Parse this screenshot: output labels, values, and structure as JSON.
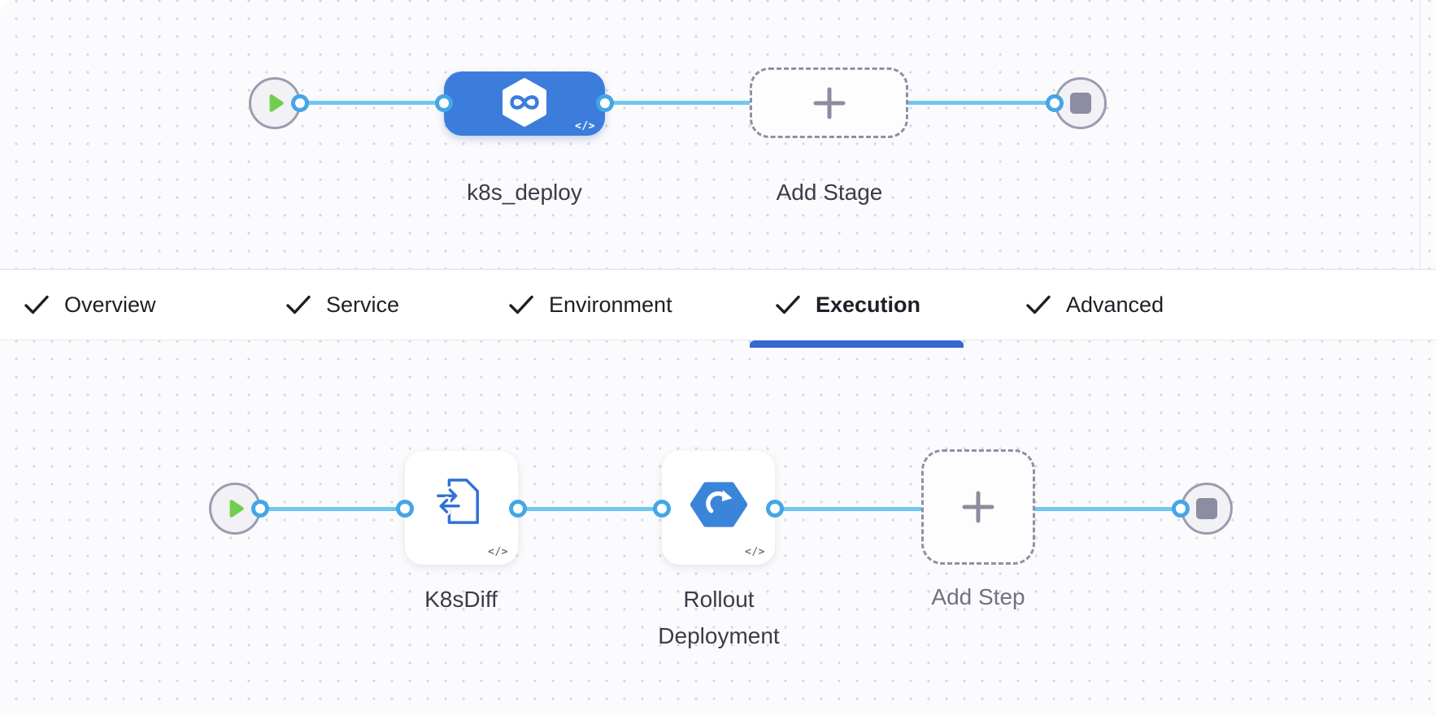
{
  "stage_flow": {
    "nodes": [
      {
        "label": "k8s_deploy",
        "type": "deployment-stage",
        "code_badge": "</>"
      },
      {
        "label": "Add Stage",
        "type": "add-stage-button"
      }
    ]
  },
  "config_tabs": {
    "items": [
      {
        "label": "Overview",
        "checked": true,
        "active": false
      },
      {
        "label": "Service",
        "checked": true,
        "active": false
      },
      {
        "label": "Environment",
        "checked": true,
        "active": false
      },
      {
        "label": "Execution",
        "checked": true,
        "active": true
      },
      {
        "label": "Advanced",
        "checked": true,
        "active": false
      }
    ]
  },
  "step_flow": {
    "nodes": [
      {
        "label": "K8sDiff",
        "type": "k8s-diff-step",
        "code_badge": "</>"
      },
      {
        "label": "Rollout Deployment",
        "type": "rollout-deployment-step",
        "code_badge": "</>"
      },
      {
        "label": "Add Step",
        "type": "add-step-button"
      }
    ]
  },
  "colors": {
    "stage_node_blue": "#3c7ddb",
    "step_icon_blue": "#2f72d4",
    "rollout_hexagon_blue": "#3a85d9",
    "connector_line": "#70c7f0",
    "port_ring": "#44a6e6",
    "play_green": "#72ce4e",
    "stop_gray": "#8c8da2",
    "active_tab_underline": "#3568d0",
    "label_dark": "#3b3c49",
    "label_gray": "#6f7183"
  }
}
